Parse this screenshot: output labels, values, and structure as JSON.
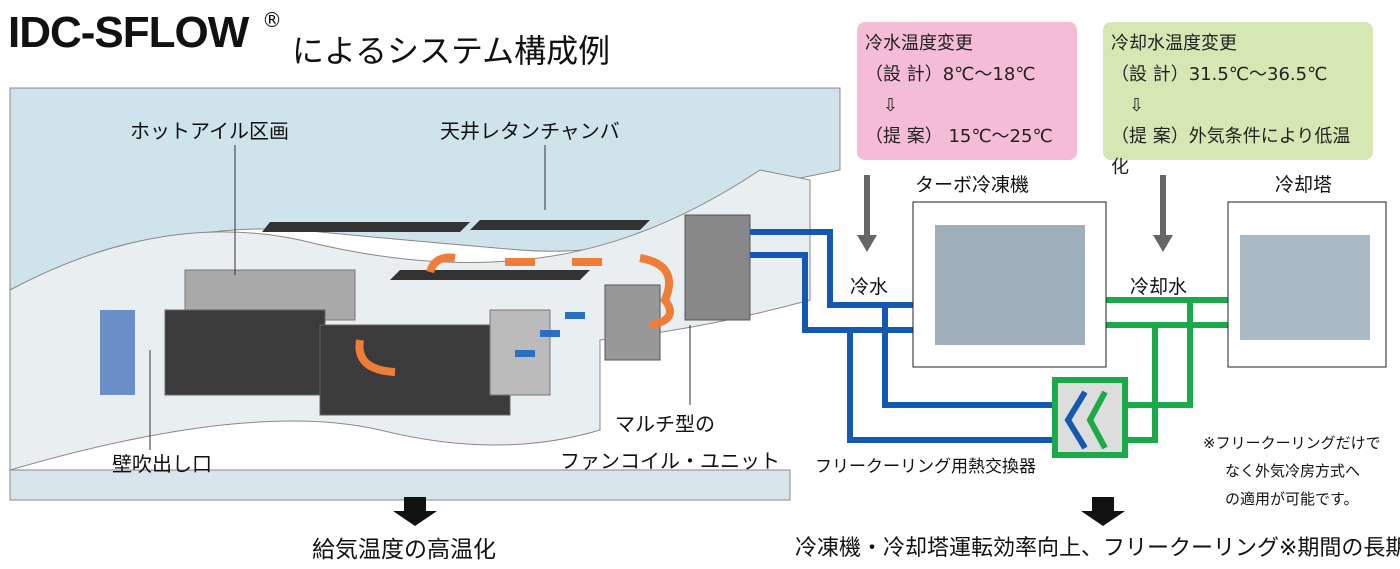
{
  "title": {
    "brand": "IDC-SFLOW",
    "registered": "®",
    "subtitle": "によるシステム構成例"
  },
  "labels": {
    "hot_aisle": "ホットアイル区画",
    "ceiling_chamber": "天井レタンチャンバ",
    "wall_outlet": "壁吹出し口",
    "fcu_line1": "マルチ型の",
    "fcu_line2": "ファンコイル・ユニット",
    "turbo_chiller": "ターボ冷凍機",
    "cooling_tower": "冷却塔",
    "chilled_water": "冷水",
    "cooling_water": "冷却水",
    "heat_exchanger": "フリークーリング用熱交換器"
  },
  "chilled_box": {
    "title": "冷水温度変更",
    "design": "（設 計）8℃～18℃",
    "arrow": "⇩",
    "proposal": "（提 案） 15℃～25℃",
    "color": "#f5bcd6"
  },
  "cooling_box": {
    "title": "冷却水温度変更",
    "design": "（設 計）31.5℃～36.5℃",
    "arrow": "⇩",
    "proposal": "（提 案）外気条件により低温化",
    "color": "#d5e8b4"
  },
  "note": {
    "line1": "※フリークーリングだけで",
    "line2": "なく外気冷房方式へ",
    "line3": "の適用が可能です。"
  },
  "results": {
    "left": "給気温度の高温化",
    "right": "冷凍機・冷却塔運転効率向上、フリークーリング※期間の長期化"
  },
  "colors": {
    "chilled_pipe": "#1558b0",
    "cooling_pipe": "#1aaa4a",
    "airflow": "#ef7d3a",
    "return_air": "#2a6fc0"
  }
}
